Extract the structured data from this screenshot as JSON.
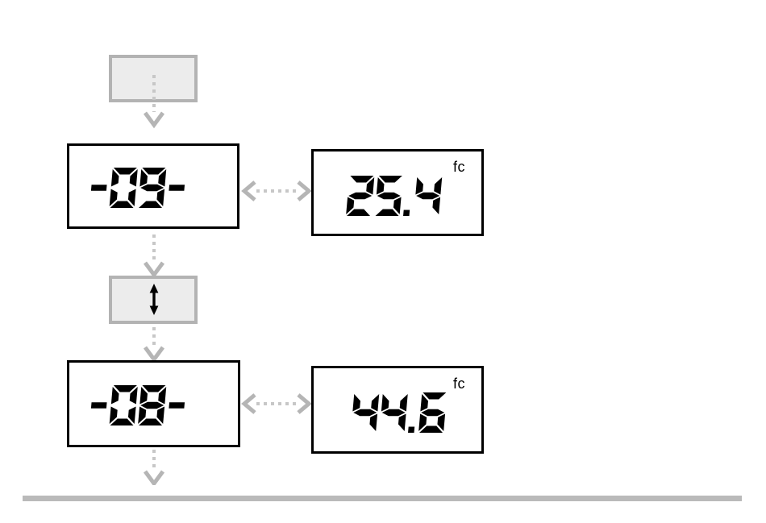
{
  "diagram": {
    "rows": [
      {
        "code": "-09-",
        "value": "25.4",
        "unit": "fc"
      },
      {
        "code": "-08-",
        "value": "44.6",
        "unit": "fc"
      }
    ],
    "icons": {
      "mode_button": "up-down-arrow",
      "flow_connector": "dashed-down-arrow",
      "toggle_connector": "dashed-double-headed-arrow"
    },
    "colors": {
      "display_border": "#000000",
      "digits": "#000000",
      "button_fill": "#ececec",
      "button_border": "#b3b3b3",
      "connector_dots": "#c7c7c7",
      "connector_arrows": "#b5b5b5",
      "bottom_bar": "#bababa"
    }
  }
}
